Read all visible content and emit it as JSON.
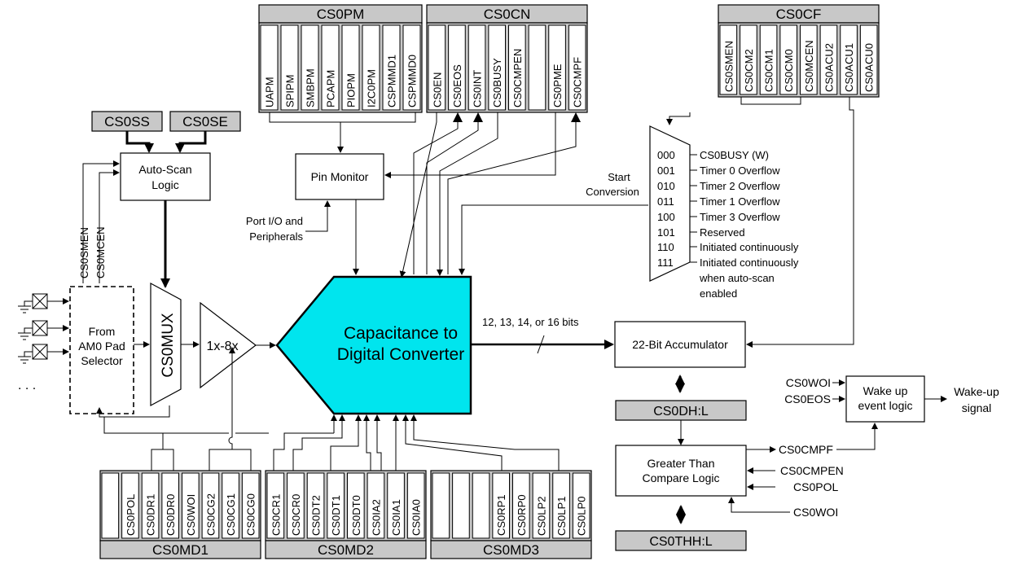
{
  "registers": {
    "cs0pm": {
      "title": "CS0PM",
      "bits": [
        "UAPM",
        "SPIPM",
        "SMBPM",
        "PCAPM",
        "PIOPM",
        "I2C0PM",
        "CSPMMD1",
        "CSPMMD0"
      ]
    },
    "cs0cn": {
      "title": "CS0CN",
      "bits": [
        "CS0EN",
        "CS0EOS",
        "CS0INT",
        "CS0BUSY",
        "CS0CMPEN",
        "",
        "CS0PME",
        "CS0CMPF"
      ]
    },
    "cs0cf": {
      "title": "CS0CF",
      "bits": [
        "CS0SMEN",
        "CS0CM2",
        "CS0CM1",
        "CS0CM0",
        "CS0MCEN",
        "CS0ACU2",
        "CS0ACU1",
        "CS0ACU0"
      ]
    },
    "cs0md1": {
      "title": "CS0MD1",
      "bits": [
        "",
        "CS0POL",
        "CS0DR1",
        "CS0DR0",
        "CS0WOI",
        "CS0CG2",
        "CS0CG1",
        "CS0CG0"
      ]
    },
    "cs0md2": {
      "title": "CS0MD2",
      "bits": [
        "CS0CR1",
        "CS0CR0",
        "CS0DT2",
        "CS0DT1",
        "CS0DT0",
        "CS0IA2",
        "CS0IA1",
        "CS0IA0"
      ]
    },
    "cs0md3": {
      "title": "CS0MD3",
      "bits": [
        "",
        "",
        "",
        "CS0RP1",
        "CS0RP0",
        "CS0LP2",
        "CS0LP1",
        "CS0LP0"
      ]
    },
    "cs0ss": "CS0SS",
    "cs0se": "CS0SE",
    "cs0dh": "CS0DH:L",
    "cs0thh": "CS0THH:L"
  },
  "blocks": {
    "autoscan": [
      "Auto-Scan",
      "Logic"
    ],
    "pin_monitor": "Pin Monitor",
    "port_io": [
      "Port I/O and",
      "Peripherals"
    ],
    "pad_selector": [
      "From",
      "AM0 Pad",
      "Selector"
    ],
    "mux": "CS0MUX",
    "gain": "1x-8x",
    "cdc": [
      "Capacitance to",
      "Digital Converter"
    ],
    "accumulator": "22-Bit Accumulator",
    "compare": [
      "Greater Than",
      "Compare Logic"
    ],
    "wakeup": [
      "Wake up",
      "event logic"
    ],
    "wakeup_signal": [
      "Wake-up",
      "signal"
    ],
    "start_conversion": [
      "Start",
      "Conversion"
    ],
    "bits_label": "12, 13, 14, or 16 bits",
    "ellipsis": ". . ."
  },
  "side_signals": [
    "CS0SMEN",
    "CS0MCEN"
  ],
  "start_mux": [
    {
      "code": "000",
      "label": "CS0BUSY (W)"
    },
    {
      "code": "001",
      "label": "Timer 0 Overflow"
    },
    {
      "code": "010",
      "label": "Timer 2 Overflow"
    },
    {
      "code": "011",
      "label": "Timer 1 Overflow"
    },
    {
      "code": "100",
      "label": "Timer 3 Overflow"
    },
    {
      "code": "101",
      "label": "Reserved"
    },
    {
      "code": "110",
      "label": "Initiated continuously"
    },
    {
      "code": "111",
      "label": "Initiated continuously",
      "extra": [
        "when auto-scan",
        "enabled"
      ]
    }
  ],
  "wake_inputs": [
    "CS0WOI",
    "CS0EOS"
  ],
  "compare_signals": {
    "out": "CS0CMPF",
    "in": [
      "CS0CMPEN",
      "CS0POL",
      "CS0WOI"
    ]
  },
  "colors": {
    "register": "#c8c8c8",
    "cdc": "#00e5ee"
  }
}
